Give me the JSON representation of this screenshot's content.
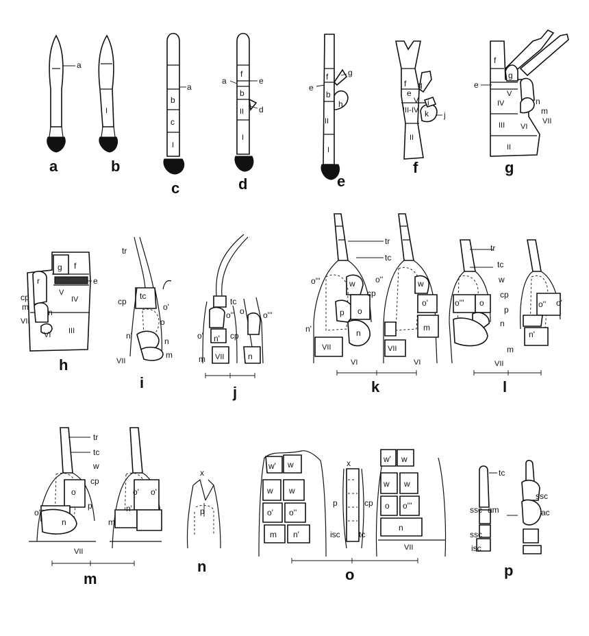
{
  "panels": [
    "a",
    "b",
    "c",
    "d",
    "e",
    "f",
    "g",
    "h",
    "i",
    "j",
    "k",
    "l",
    "m",
    "n",
    "o",
    "p"
  ],
  "labels": {
    "a": [
      "a"
    ],
    "b": [
      "I"
    ],
    "c": [
      "a",
      "b",
      "c",
      "I"
    ],
    "d": [
      "a",
      "e",
      "f",
      "b",
      "d",
      "II",
      "I"
    ],
    "e": [
      "e",
      "f",
      "g",
      "b",
      "h",
      "II",
      "I"
    ],
    "f": [
      "f",
      "e",
      "g",
      "V",
      "III-IV",
      "i",
      "k",
      "j",
      "II"
    ],
    "g": [
      "e",
      "f",
      "g",
      "V",
      "IV",
      "n",
      "m",
      "VII",
      "III",
      "VI",
      "II"
    ],
    "h": [
      "g",
      "f",
      "e",
      "r",
      "V",
      "IV",
      "cp",
      "m",
      "n",
      "VII",
      "VI",
      "III"
    ],
    "i": [
      "tr",
      "cp",
      "tc",
      "o'",
      "o",
      "n'",
      "n",
      "m",
      "VII"
    ],
    "j": [
      "tc",
      "o''",
      "o",
      "o'''",
      "o'",
      "cp",
      "n'",
      "m",
      "VII",
      "n"
    ],
    "k": [
      "tr",
      "tc",
      "o'''",
      "w",
      "o''",
      "w",
      "cp",
      "o'",
      "p",
      "o",
      "n'",
      "n",
      "m",
      "VII",
      "VII",
      "VI",
      "VI"
    ],
    "l": [
      "tr",
      "tc",
      "w",
      "cp",
      "o'''",
      "o",
      "o''",
      "o'",
      "p",
      "n",
      "n'",
      "m",
      "VII"
    ],
    "m": [
      "tr",
      "tc",
      "w",
      "o",
      "o'",
      "o'",
      "cp",
      "p",
      "n'",
      "o'''",
      "n",
      "m",
      "VII"
    ],
    "n": [
      "x",
      "p"
    ],
    "o": [
      "w'",
      "w",
      "w",
      "w",
      "o'",
      "o''",
      "m",
      "n'",
      "x",
      "p",
      "cp",
      "isc",
      "tc",
      "w'",
      "w",
      "w",
      "w",
      "o",
      "o'''",
      "n",
      "VII"
    ],
    "p": [
      "tc",
      "ssc",
      "am",
      "ac",
      "ssc",
      "ssc",
      "isc"
    ]
  }
}
